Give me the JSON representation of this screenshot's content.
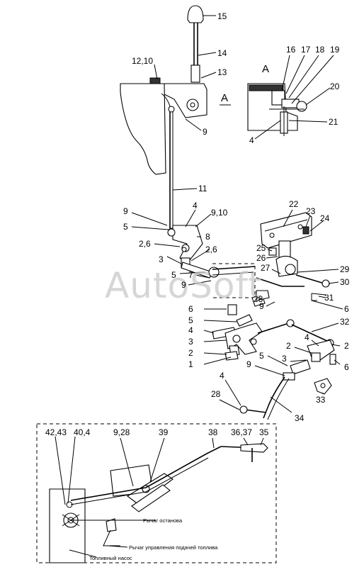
{
  "diagram": {
    "section_letter": "A",
    "watermark": "AutoSoft",
    "callouts": {
      "c15": "15",
      "c14": "14",
      "c13": "13",
      "c12_10": "12,10",
      "c9_top": "9",
      "c11": "11",
      "cA_mid": "A",
      "cA_inset": "A",
      "c16": "16",
      "c17": "17",
      "c18": "18",
      "c19": "19",
      "c20": "20",
      "c21": "21",
      "c4_inset": "4",
      "c9_left": "9",
      "c4_mid": "4",
      "c9_10": "9,10",
      "c5_left": "5",
      "c8": "8",
      "c2_6_left": "2,6",
      "c3_left": "3",
      "c2_6_mid": "2,6",
      "c5_mid": "5",
      "c7": "7",
      "c9_mid": "9",
      "c22": "22",
      "c23": "23",
      "c24": "24",
      "c25": "25",
      "c26": "26",
      "c27": "27",
      "c29": "29",
      "c30": "30",
      "c28_mid": "28",
      "c9_right": "9",
      "c31": "31",
      "c6_a": "6",
      "c6_right": "6",
      "c5_b": "5",
      "c4_b": "4",
      "c3_b": "3",
      "c2_b": "2",
      "c1": "1",
      "c32": "32",
      "c4_c": "4",
      "c2_c": "2",
      "c3_c": "3",
      "c2_d": "2",
      "c6_c": "6",
      "c5_c": "5",
      "c9_c": "9",
      "c33": "33",
      "c4_d": "4",
      "c28_b": "28",
      "c34": "34",
      "c42_43": "42,43",
      "c40_4": "40,4",
      "c9_28": "9,28",
      "c39": "39",
      "c38": "38",
      "c36_37": "36,37",
      "c35": "35"
    },
    "inset_labels": {
      "stop_lever": "Рычаг останова",
      "fuel_lever": "Рычаг управления подачей топлива",
      "fuel_pump": "Топливный насос"
    }
  }
}
